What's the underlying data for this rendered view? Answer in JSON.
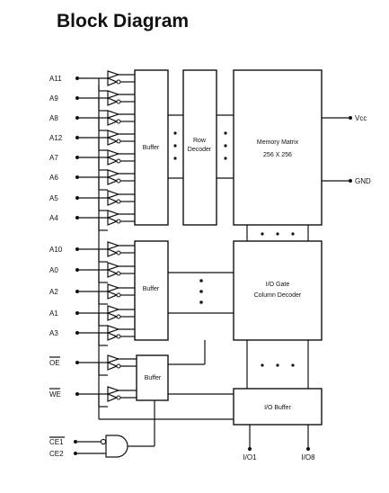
{
  "title": "Block Diagram",
  "address_pins_group1": [
    "A11",
    "A9",
    "A8",
    "A12",
    "A7",
    "A6",
    "A5",
    "A4"
  ],
  "address_pins_group2": [
    "A10",
    "A0",
    "A2",
    "A1",
    "A3"
  ],
  "control_pins": [
    "OE",
    "WE"
  ],
  "chip_enable_pins": [
    "CE1",
    "CE2"
  ],
  "power_pins": [
    "Vcc",
    "GND"
  ],
  "blocks": {
    "buffer_top": "Buffer",
    "buffer_mid": "Buffer",
    "buffer_ctrl": "Buffer",
    "row_decoder_1": "Row",
    "row_decoder_2": "Decoder",
    "memory_matrix_1": "Memory   Matrix",
    "memory_matrix_2": "256  X  256",
    "io_gate_1": "I/O  Gate",
    "io_gate_2": "Column  Decoder",
    "io_buffer": "I/O  Buffer"
  },
  "io_pins": [
    "I/O1",
    "I/O8"
  ]
}
